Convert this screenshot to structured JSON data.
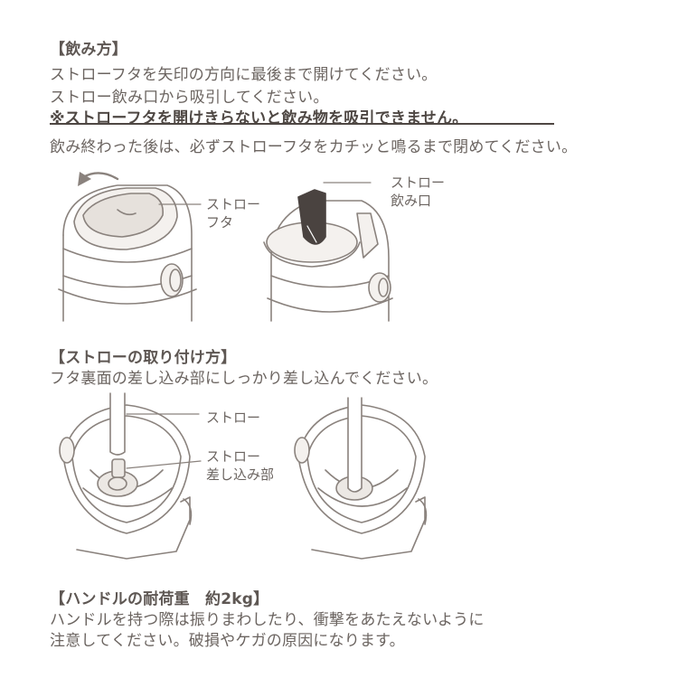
{
  "section_drink": {
    "heading": "【飲み方】",
    "line1": "ストローフタを矢印の方向に最後まで開けてください。",
    "line2": "ストロー飲み口から吸引してください。",
    "warning": "※ストローフタを開けきらないと飲み物を吸引できません。",
    "line3": "飲み終わった後は、必ずストローフタをカチッと鳴るまで閉めてください。",
    "label_lid_1": "ストロー",
    "label_lid_2": "フタ",
    "label_mouth_1": "ストロー",
    "label_mouth_2": "飲み口"
  },
  "section_attach": {
    "heading": "【ストローの取り付け方】",
    "line1": "フタ裏面の差し込み部にしっかり差し込んでください。",
    "label_straw": "ストロー",
    "label_insert_1": "ストロー",
    "label_insert_2": "差し込み部"
  },
  "section_handle": {
    "heading": "【ハンドルの耐荷重　約2kg】",
    "line1": "ハンドルを持つ際は振りまわしたり、衝撃をあたえないように",
    "line2": "注意してください。破損やケガの原因になります。"
  },
  "colors": {
    "text": "#6b6460",
    "line": "#8a827d",
    "fill": "#ece8e4"
  }
}
